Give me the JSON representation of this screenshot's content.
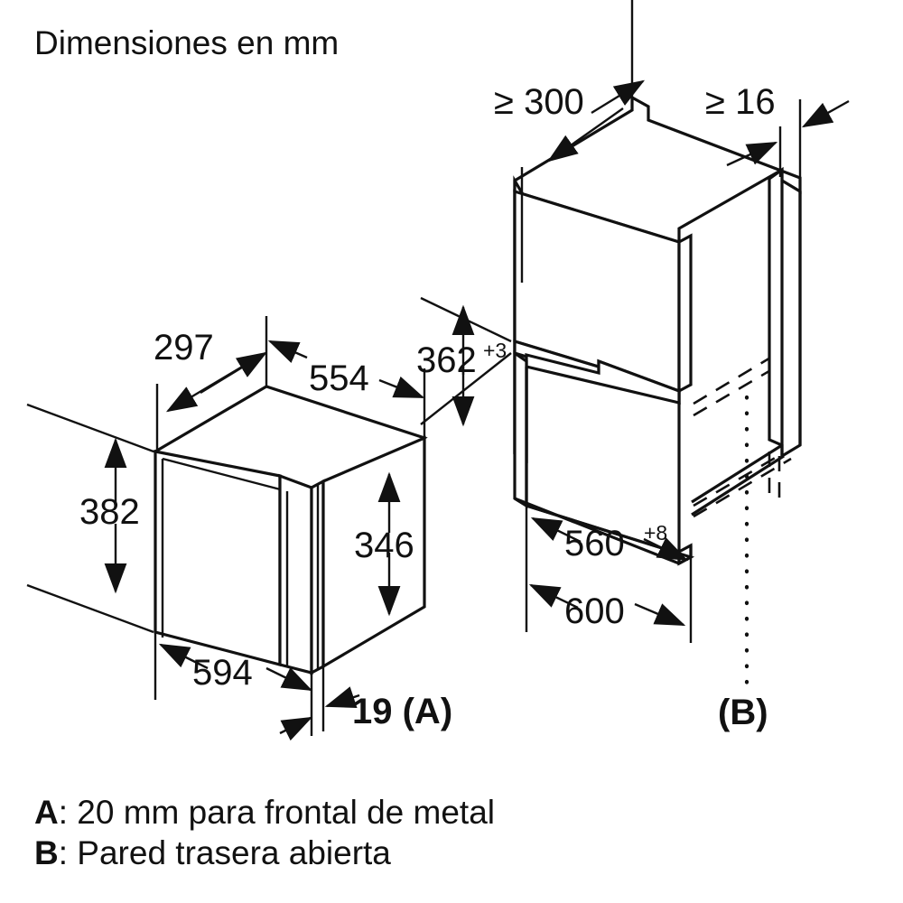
{
  "title": "Dimensiones en mm",
  "appliance": {
    "name": "built-in-microwave-oven",
    "dimensions": {
      "depth_top_left": "297",
      "width_top_right": "554",
      "height_front_left": "382",
      "height_side_right": "346",
      "width_bottom": "594",
      "front_panel_thickness": "19 (A)"
    }
  },
  "cabinet": {
    "name": "installation-niche-cabinet",
    "dimensions": {
      "clearance_top_left": "≥ 300",
      "panel_thickness_top_right": "≥ 16",
      "niche_height": "362",
      "niche_height_tolerance": "+3",
      "niche_width": "560",
      "niche_width_tolerance": "+8",
      "cabinet_width": "600",
      "back_wall_marker": "(B)"
    }
  },
  "legend": [
    {
      "key": "A",
      "sep": ": ",
      "text": "20 mm para frontal de metal"
    },
    {
      "key": "B",
      "sep": ": ",
      "text": "Pared trasera abierta"
    }
  ],
  "colors": {
    "line": "#111111",
    "fill": "#ffffff",
    "background": "#ffffff"
  },
  "chart_data": {
    "type": "diagram",
    "title": "Dimensiones en mm",
    "subject": "Built-in microwave oven installation dimensions",
    "units": "mm",
    "labels": [
      {
        "id": "clearance-top-left",
        "value": "≥ 300",
        "target": "cabinet"
      },
      {
        "id": "panel-thickness",
        "value": "≥ 16",
        "target": "cabinet"
      },
      {
        "id": "niche-height",
        "value": "362+3",
        "target": "cabinet"
      },
      {
        "id": "niche-width",
        "value": "560+8",
        "target": "cabinet"
      },
      {
        "id": "cabinet-width",
        "value": "600",
        "target": "cabinet"
      },
      {
        "id": "back-wall",
        "value": "(B)",
        "target": "cabinet"
      },
      {
        "id": "depth-top-left",
        "value": "297",
        "target": "appliance"
      },
      {
        "id": "width-top-right",
        "value": "554",
        "target": "appliance"
      },
      {
        "id": "height-front",
        "value": "382",
        "target": "appliance"
      },
      {
        "id": "height-side",
        "value": "346",
        "target": "appliance"
      },
      {
        "id": "width-bottom",
        "value": "594",
        "target": "appliance"
      },
      {
        "id": "front-thickness",
        "value": "19 (A)",
        "target": "appliance"
      }
    ]
  }
}
